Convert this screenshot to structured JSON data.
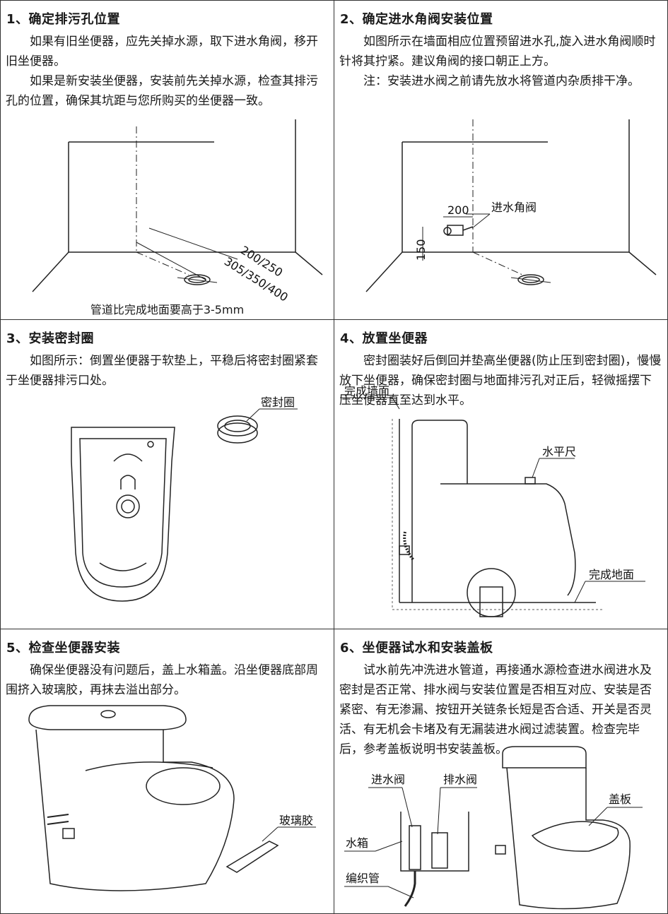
{
  "steps": [
    {
      "title": "1、确定排污孔位置",
      "paragraphs": [
        "如果有旧坐便器，应先关掉水源，取下进水角阀，移开旧坐便器。",
        "如果是新安装坐便器，安装前先关掉水源，检查其排污孔的位置，确保其坑距与您所购买的坐便器一致。"
      ],
      "dim_line1": "200/250",
      "dim_line2": "305/350/400",
      "caption": "管道比完成地面要高于3-5mm"
    },
    {
      "title": "2、确定进水角阀安装位置",
      "paragraphs": [
        "如图所示在墙面相应位置预留进水孔,旋入进水角阀顺时针将其拧紧。建议角阀的接口朝正上方。",
        "注：安装进水阀之前请先放水将管道内杂质排干净。"
      ],
      "dim_h": "200",
      "dim_v": "150",
      "valve_label": "进水角阀"
    },
    {
      "title": "3、安装密封圈",
      "paragraphs": [
        "如图所示：倒置坐便器于软垫上，平稳后将密封圈紧套于坐便器排污口处。"
      ],
      "seal_label": "密封圈"
    },
    {
      "title": "4、放置坐便器",
      "paragraphs": [
        "密封圈装好后倒回并垫高坐便器(防止压到密封圈)，慢慢放下坐便器，确保密封圈与地面排污孔对正后，轻微摇摆下压坐便器直至达到水平。"
      ],
      "wall_label": "完成墙面",
      "level_label": "水平尺",
      "floor_label": "完成地面"
    },
    {
      "title": "5、检查坐便器安装",
      "paragraphs": [
        "确保坐便器没有问题后，盖上水箱盖。沿坐便器底部周围挤入玻璃胶，再抹去溢出部分。"
      ],
      "glue_label": "玻璃胶"
    },
    {
      "title": "6、坐便器试水和安装盖板",
      "paragraphs": [
        "试水前先冲洗进水管道，再接通水源检查进水阀进水及密封是否正常、排水阀与安装位置是否相互对应、安装是否紧密、有无渗漏、按钮开关链条长短是否合适、开关是否灵活、有无机会卡堵及有无漏装进水阀过滤装置。检查完毕后，参考盖板说明书安装盖板。"
      ],
      "inlet_label": "进水阀",
      "drain_label": "排水阀",
      "tank_label": "水箱",
      "hose_label": "编织管",
      "cover_label": "盖板"
    }
  ]
}
